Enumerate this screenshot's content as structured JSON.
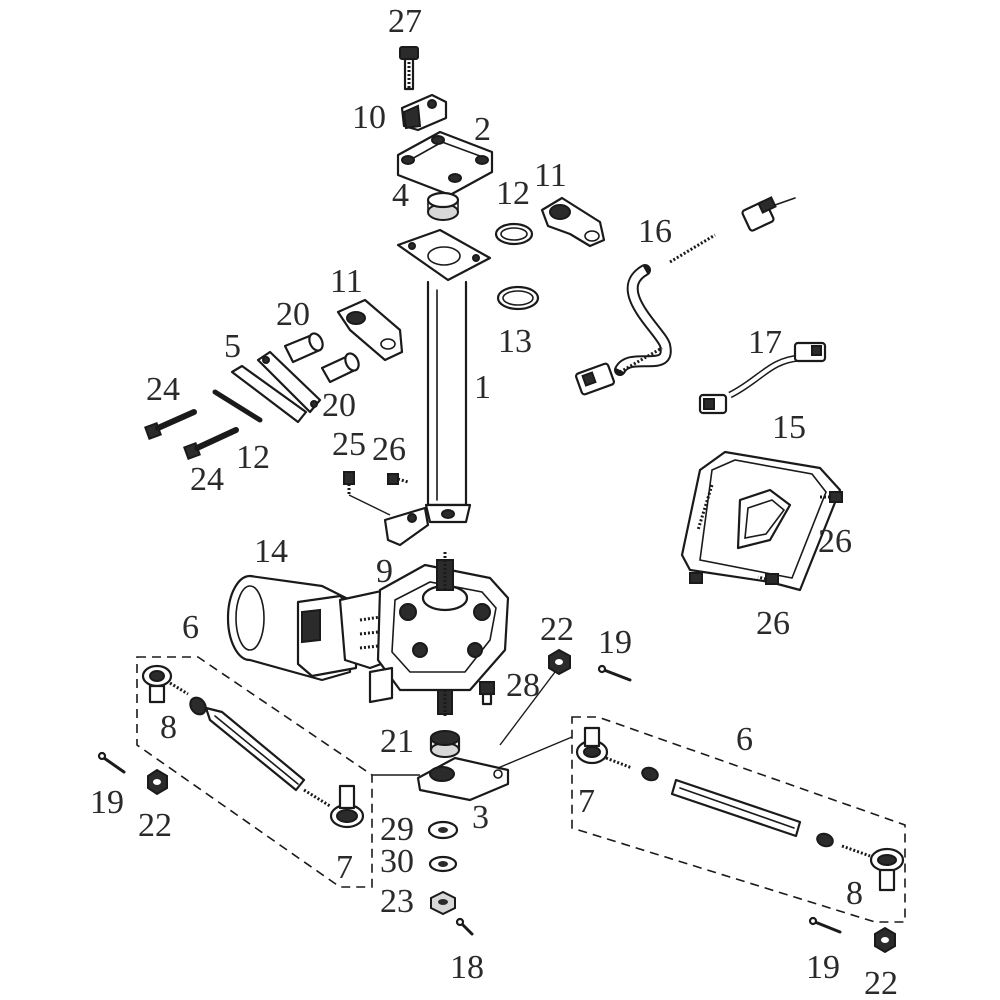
{
  "diagram": {
    "labels": {
      "p1": "1",
      "p2": "2",
      "p3": "3",
      "p4": "4",
      "p5": "5",
      "p6a": "6",
      "p6b": "6",
      "p7a": "7",
      "p7b": "7",
      "p8a": "8",
      "p8b": "8",
      "p9": "9",
      "p10": "10",
      "p11a": "11",
      "p11b": "11",
      "p12a": "12",
      "p12b": "12",
      "p13": "13",
      "p14": "14",
      "p15": "15",
      "p16": "16",
      "p17": "17",
      "p18": "18",
      "p19a": "19",
      "p19b": "19",
      "p19c": "19",
      "p20a": "20",
      "p20b": "20",
      "p21": "21",
      "p22a": "22",
      "p22b": "22",
      "p22c": "22",
      "p23": "23",
      "p24a": "24",
      "p24b": "24",
      "p25": "25",
      "p26a": "26",
      "p26b": "26",
      "p26c": "26",
      "p27": "27",
      "p28": "28",
      "p29": "29",
      "p30": "30"
    }
  }
}
